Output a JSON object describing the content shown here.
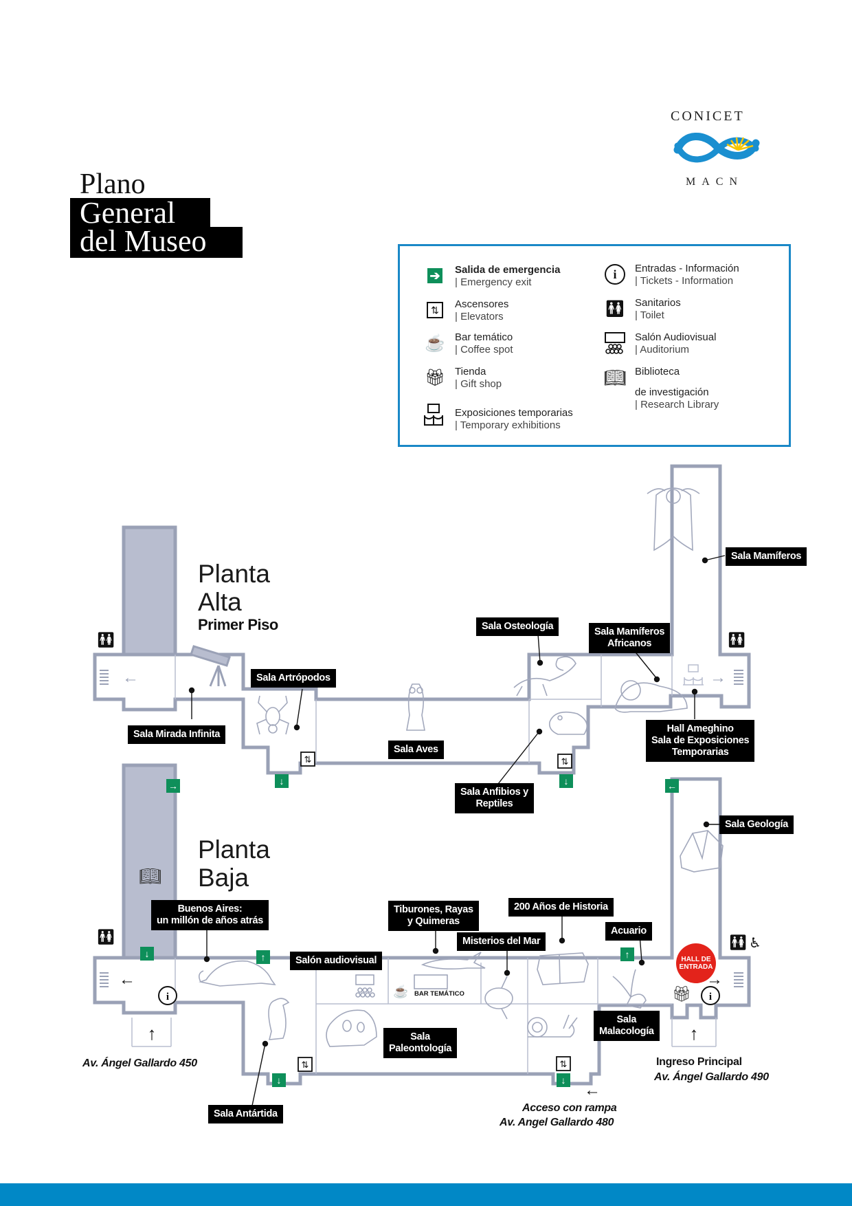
{
  "title": {
    "line1": "Plano",
    "line2": "General",
    "line3": "del Museo"
  },
  "logo": {
    "top_text": "CONICET",
    "bottom_text": "MACN",
    "colors": {
      "blue": "#1a8fd0",
      "sun": "#f5c400"
    }
  },
  "legend": {
    "border_color": "#1a88c7",
    "items": [
      {
        "icon": "emergency-exit-icon",
        "label": "Salida de emergencia",
        "sub": "| Emergency exit"
      },
      {
        "icon": "elevator-icon",
        "label": "Ascensores",
        "sub": "| Elevators"
      },
      {
        "icon": "coffee-icon",
        "label": "Bar temático",
        "sub": "| Coffee spot"
      },
      {
        "icon": "gift-icon",
        "label": "Tienda",
        "sub": "| Gift shop"
      },
      {
        "icon": "exhibition-icon",
        "label": "Exposiciones temporarias",
        "sub": "| Temporary exhibitions"
      },
      {
        "icon": "info-icon",
        "label": "Entradas - Información",
        "sub": "| Tickets - Information"
      },
      {
        "icon": "toilet-icon",
        "label": "Sanitarios",
        "sub": "| Toilet"
      },
      {
        "icon": "auditorium-icon",
        "label": "Salón Audiovisual",
        "sub": "| Auditorium"
      },
      {
        "icon": "library-icon",
        "label": "Biblioteca",
        "label2": "de investigación",
        "sub": "| Research Library"
      }
    ]
  },
  "floors": {
    "upper": {
      "name_line1": "Planta",
      "name_line2": "Alta",
      "subtitle": "Primer Piso"
    },
    "ground": {
      "name_line1": "Planta",
      "name_line2": "Baja"
    }
  },
  "rooms_upper": [
    {
      "id": "mirada",
      "label": "Sala Mirada Infinita"
    },
    {
      "id": "artropodos",
      "label": "Sala Artrópodos"
    },
    {
      "id": "aves",
      "label": "Sala Aves"
    },
    {
      "id": "osteologia",
      "label": "Sala Osteología"
    },
    {
      "id": "anfibios",
      "label_line1": "Sala Anfibios y",
      "label_line2": "Reptiles"
    },
    {
      "id": "mamiferos-africanos",
      "label_line1": "Sala Mamíferos",
      "label_line2": "Africanos"
    },
    {
      "id": "mamiferos",
      "label": "Sala Mamíferos"
    },
    {
      "id": "hall-ameghino",
      "label_line1": "Hall Ameghino",
      "label_line2": "Sala de Exposiciones",
      "label_line3": "Temporarias"
    }
  ],
  "rooms_ground": [
    {
      "id": "buenos-aires",
      "label_line1": "Buenos Aires:",
      "label_line2": "un millón de años atrás"
    },
    {
      "id": "salon-audiovisual",
      "label": "Salón audiovisual"
    },
    {
      "id": "tiburones",
      "label_line1": "Tiburones, Rayas",
      "label_line2": "y Quimeras"
    },
    {
      "id": "misterios",
      "label": "Misterios del Mar"
    },
    {
      "id": "historia",
      "label": "200 Años de Historia"
    },
    {
      "id": "acuario",
      "label": "Acuario"
    },
    {
      "id": "geologia",
      "label": "Sala Geología"
    },
    {
      "id": "paleontologia",
      "label_line1": "Sala",
      "label_line2": "Paleontología"
    },
    {
      "id": "malacologia",
      "label_line1": "Sala",
      "label_line2": "Malacología"
    },
    {
      "id": "antartida",
      "label": "Sala Antártida"
    }
  ],
  "bar_tematico": "BAR TEMÁTICO",
  "hall_entrada": {
    "line1": "HALL DE",
    "line2": "ENTRADA",
    "color": "#e3231b"
  },
  "addresses": {
    "west": "Av. Ángel Gallardo 450",
    "main_title": "Ingreso Principal",
    "main_addr": "Av. Ángel Gallardo 490",
    "ramp_title": "Acceso con rampa",
    "ramp_addr": "Av. Angel Gallardo 480"
  },
  "colors": {
    "wall": "#9aa1b6",
    "shaded": "#b8bdcf",
    "exit_green": "#0e8f5a",
    "bottom_bar": "#0188c6"
  }
}
